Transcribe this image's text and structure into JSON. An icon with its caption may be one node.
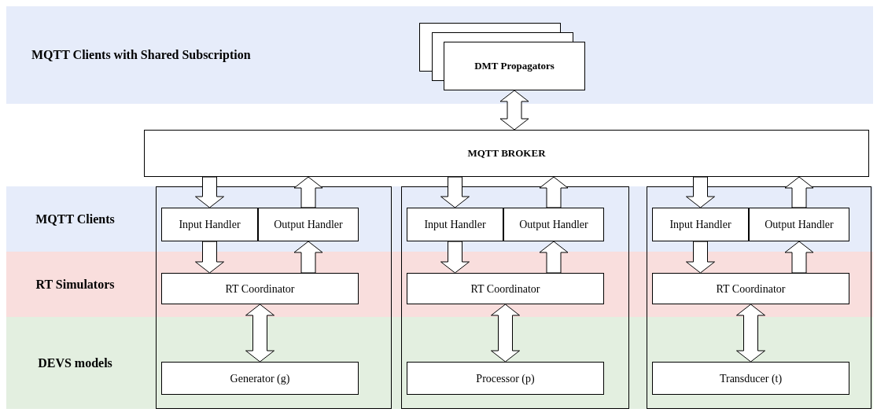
{
  "diagram": {
    "nodes": [
      {
        "text": [
          "MQTT Clients with Shared Subscription"
        ]
      },
      {
        "text": [
          "DMT Propagators"
        ],
        "in": 0
      },
      {
        "text": [
          "MQTT BROKER"
        ]
      },
      {
        "text": [
          "MQTT Clients"
        ]
      },
      {
        "text": [
          "RT Simulators"
        ]
      },
      {
        "text": [
          "DEVS models"
        ]
      },
      {
        "text": [],
        "shape": "box"
      },
      {
        "text": [
          "Input Handler"
        ]
      },
      {
        "text": [
          "Output Handler"
        ]
      },
      {
        "text": [
          "RT Coordinator"
        ]
      },
      {
        "text": [
          "Generator (g)"
        ]
      },
      {
        "text": [],
        "shape": "box"
      },
      {
        "text": [
          "Input Handler"
        ]
      },
      {
        "text": [
          "Output Handler"
        ]
      },
      {
        "text": [
          "RT Coordinator"
        ]
      },
      {
        "text": [
          "Processor (p)"
        ]
      },
      {
        "text": [],
        "shape": "box"
      },
      {
        "text": [
          "Input Handler"
        ]
      },
      {
        "text": [
          "Output Handler"
        ]
      },
      {
        "text": [
          "RT Coordinator"
        ]
      },
      {
        "text": [
          "Transducer (t)"
        ]
      }
    ],
    "edges": [
      {
        "from": 1,
        "to": 2,
        "arrow": "both"
      },
      {
        "from": 2,
        "to": 7,
        "arrow": "to"
      },
      {
        "from": 8,
        "to": 2,
        "arrow": "to"
      },
      {
        "from": 7,
        "to": 9,
        "arrow": "to"
      },
      {
        "from": 9,
        "to": 8,
        "arrow": "to"
      },
      {
        "from": 9,
        "to": 10,
        "arrow": "both"
      },
      {
        "from": 2,
        "to": 12,
        "arrow": "to"
      },
      {
        "from": 13,
        "to": 2,
        "arrow": "to"
      },
      {
        "from": 12,
        "to": 14,
        "arrow": "to"
      },
      {
        "from": 14,
        "to": 13,
        "arrow": "to"
      },
      {
        "from": 14,
        "to": 15,
        "arrow": "both"
      },
      {
        "from": 2,
        "to": 17,
        "arrow": "to"
      },
      {
        "from": 18,
        "to": 2,
        "arrow": "to"
      },
      {
        "from": 17,
        "to": 19,
        "arrow": "to"
      },
      {
        "from": 19,
        "to": 18,
        "arrow": "to"
      },
      {
        "from": 19,
        "to": 20,
        "arrow": "both"
      }
    ]
  }
}
